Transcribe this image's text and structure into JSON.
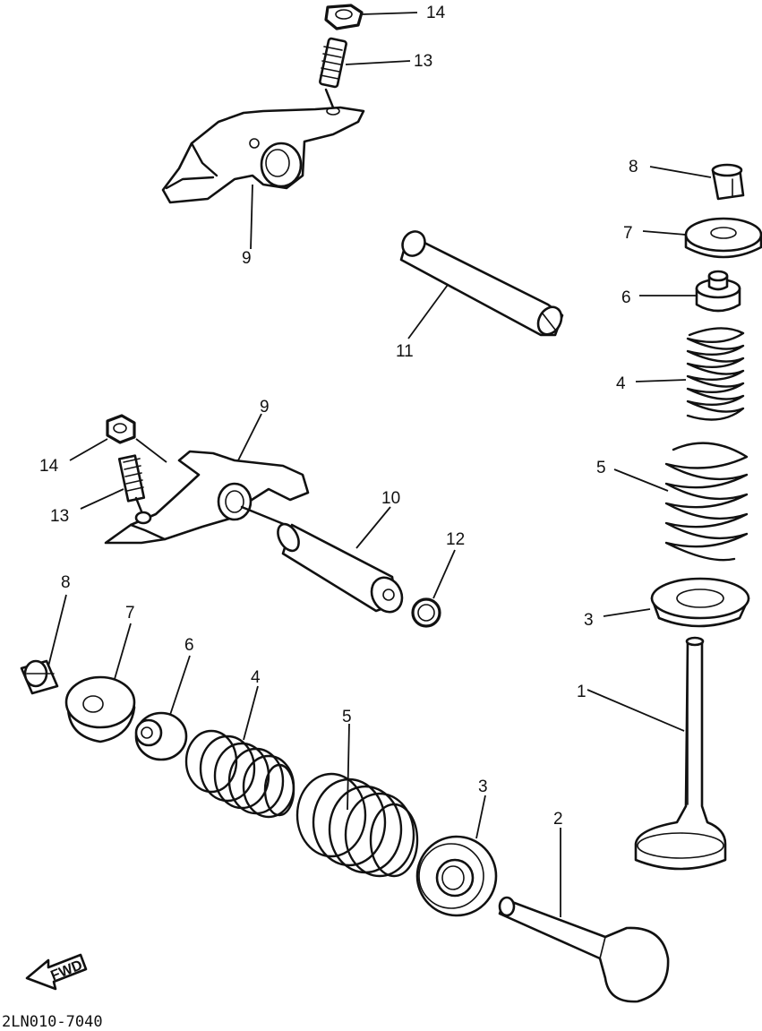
{
  "diagram": {
    "title": "",
    "drawing_code": "2LN010-7040",
    "direction_marker": "FWD",
    "callouts": [
      {
        "id": "c-14a",
        "label": "14"
      },
      {
        "id": "c-13a",
        "label": "13"
      },
      {
        "id": "c-9a",
        "label": "9"
      },
      {
        "id": "c-11",
        "label": "11"
      },
      {
        "id": "c-8a",
        "label": "8"
      },
      {
        "id": "c-7a",
        "label": "7"
      },
      {
        "id": "c-6a",
        "label": "6"
      },
      {
        "id": "c-4a",
        "label": "4"
      },
      {
        "id": "c-5a",
        "label": "5"
      },
      {
        "id": "c-3a",
        "label": "3"
      },
      {
        "id": "c-1",
        "label": "1"
      },
      {
        "id": "c-9b",
        "label": "9"
      },
      {
        "id": "c-14b",
        "label": "14"
      },
      {
        "id": "c-13b",
        "label": "13"
      },
      {
        "id": "c-10",
        "label": "10"
      },
      {
        "id": "c-12",
        "label": "12"
      },
      {
        "id": "c-8b",
        "label": "8"
      },
      {
        "id": "c-7b",
        "label": "7"
      },
      {
        "id": "c-6b",
        "label": "6"
      },
      {
        "id": "c-4b",
        "label": "4"
      },
      {
        "id": "c-5b",
        "label": "5"
      },
      {
        "id": "c-3b",
        "label": "3"
      },
      {
        "id": "c-2",
        "label": "2"
      }
    ]
  }
}
